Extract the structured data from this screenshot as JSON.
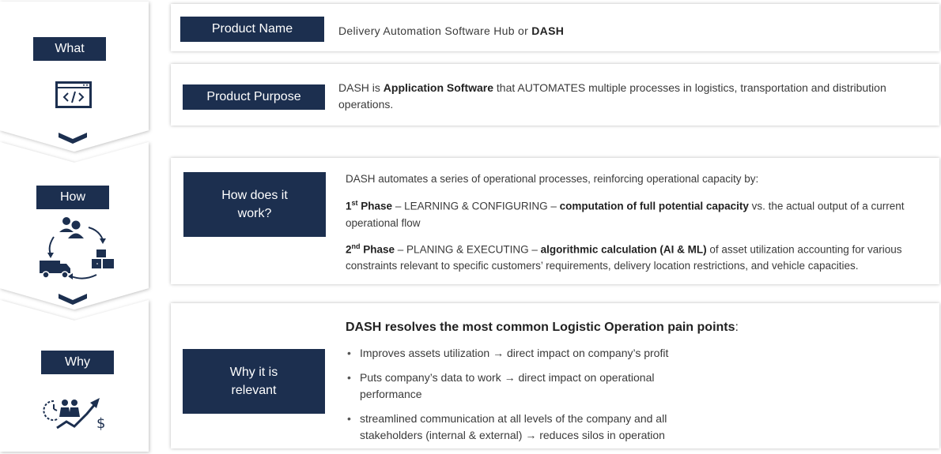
{
  "sidebar": {
    "what_label": "What",
    "how_label": "How",
    "why_label": "Why"
  },
  "product_name": {
    "label": "Product Name",
    "text_prefix": "Delivery Automation Software Hub or ",
    "text_bold": "DASH"
  },
  "product_purpose": {
    "label": "Product Purpose",
    "p1": "DASH  is ",
    "b1": "Application  Software",
    "p2": " that AUTOMATES multiple processes in logistics, transportation and distribution operations."
  },
  "how_it_works": {
    "label_line1": "How does it",
    "label_line2": "work?",
    "intro": "DASH automates a series of operational processes, reinforcing operational capacity by:",
    "phase1": {
      "num": "1",
      "sup": "st",
      "bold": " Phase",
      "mid": " – LEARNING & CONFIGURING –  ",
      "bold2": "computation of full potential capacity",
      "rest": " vs. the actual output of a current operational flow"
    },
    "phase2": {
      "num": "2",
      "sup": "nd",
      "bold": " Phase",
      "mid": " – PLANING & EXECUTING – ",
      "bold2": "algorithmic calculation (AI & ML)",
      "rest": " of asset utilization accounting for various constraints relevant to specific customers’ requirements,  delivery location restrictions, and vehicle capacities."
    }
  },
  "why_relevant": {
    "label_line1": "Why it is",
    "label_line2": "relevant",
    "heading": "DASH  resolves the most common Logistic Operation pain points",
    "heading_suffix": ":",
    "bullets": [
      "Improves assets utilization → direct impact on company’s profit",
      "Puts company’s data to work  → direct impact on operational performance",
      "streamlined communication  at all levels of the company and all stakeholders (internal & external) → reduces silos in operation"
    ]
  },
  "colors": {
    "navy": "#1c2f4f",
    "sidebar_bg": "#f2f2f2"
  },
  "icons": [
    "code-window-icon",
    "process-cycle-icon",
    "growth-people-icon"
  ]
}
